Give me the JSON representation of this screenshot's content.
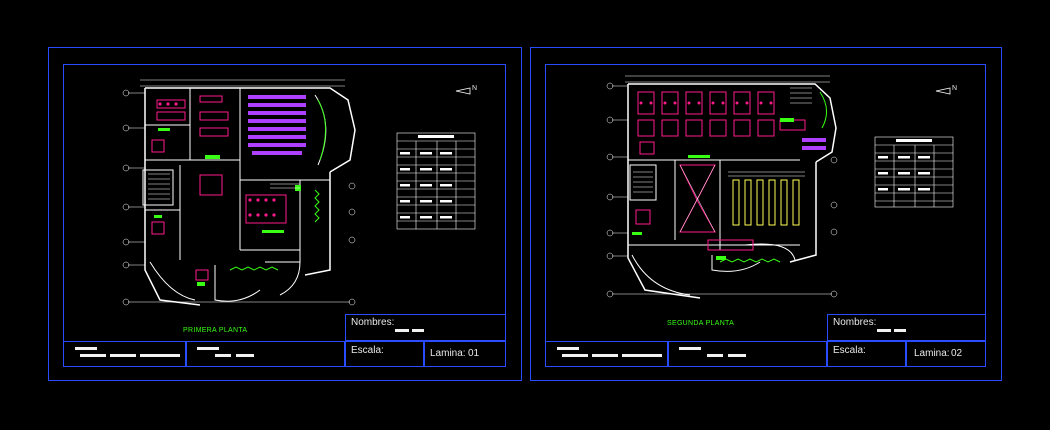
{
  "colors": {
    "background": "#000000",
    "border": "#2a4cff",
    "wall": "#ffffff",
    "furniture": "#ff1a8c",
    "seating": "#b040ff",
    "accent_green": "#39ff14",
    "grid": "#ffffff",
    "table_ink": "#ffffff"
  },
  "sheets": [
    {
      "plan_title": "PRIMERA PLANTA",
      "nombres_label": "Nombres:",
      "escala_label": "Escala:",
      "lamina_label": "Lamina:",
      "lamina_number": "01",
      "north_symbol": "N"
    },
    {
      "plan_title": "SEGUNDA PLANTA",
      "nombres_label": "Nombres:",
      "escala_label": "Escala:",
      "lamina_label": "Lamina:",
      "lamina_number": "02",
      "north_symbol": "N"
    }
  ]
}
